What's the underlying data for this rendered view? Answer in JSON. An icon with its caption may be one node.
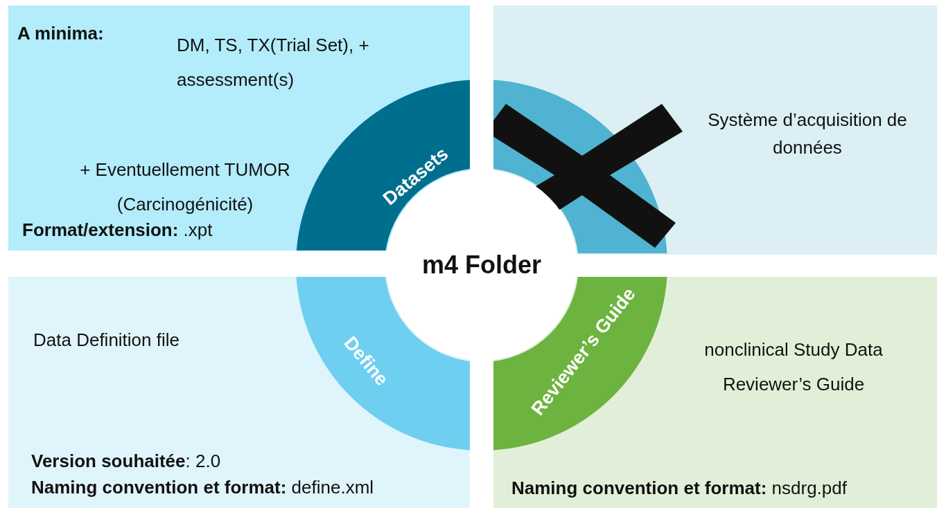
{
  "diagram": {
    "nodes": [
      {
        "text": [
          "A minima:",
          "DM, TS, TX(Trial Set), + assessment(s)",
          "+ Eventuellement TUMOR (Carcinogénicité)",
          "**Format/extension:** .xpt"
        ]
      },
      {
        "text": [
          "Système d’acquisition de données"
        ]
      },
      {
        "text": [
          "Data Definition file",
          "**Version souhaitée**: 2.0",
          "**Naming convention et format:** define.xml"
        ]
      },
      {
        "text": [
          "nonclinical Study Data Reviewer’s Guide",
          "**Naming convention et format:** nsdrg.pdf"
        ]
      },
      {
        "text": [
          "Datasets"
        ],
        "in": 0
      },
      {
        "text": [],
        "shape": "arc",
        "in": 1
      },
      {
        "text": [
          "Define"
        ],
        "in": 2
      },
      {
        "text": [
          "Reviewer’s Guide"
        ],
        "in": 3
      },
      {
        "text": [
          "m4 Folder"
        ]
      }
    ]
  }
}
